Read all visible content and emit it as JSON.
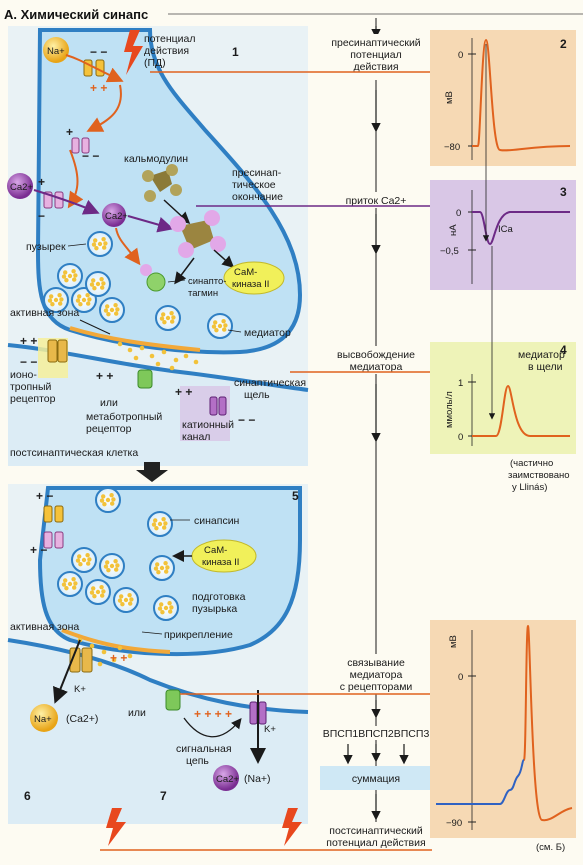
{
  "title": "А. Химический синапс",
  "panel_numbers": [
    "1",
    "2",
    "3",
    "4",
    "5",
    "6",
    "7"
  ],
  "ions": {
    "na": "Na+",
    "ca": "Ca2+",
    "k": "K+",
    "na_ca": "(Ca2+)",
    "na_plus_paren": "(Na+)"
  },
  "top_panel": {
    "action_potential": [
      "потенциал",
      "действия",
      "(ПД)"
    ],
    "calmodulin": "кальмодулин",
    "presynaptic_terminal": [
      "пресинап-",
      "тическое",
      "окончание"
    ],
    "vesicle": "пузырек",
    "camk": [
      "СаМ-",
      "киназа II"
    ],
    "synaptotagmin": [
      "синапто-",
      "тагмин"
    ],
    "active_zone": "активная зона",
    "mediator": "медиатор",
    "ionotropic": [
      "ионо-",
      "тропный",
      "рецептор"
    ],
    "or": "или",
    "metabotropic": [
      "метаботропный",
      "рецептор"
    ],
    "synaptic_cleft": [
      "синаптическая",
      "щель"
    ],
    "cation_channel": [
      "катионный",
      "канал"
    ],
    "postsynaptic_cell": "постсинаптическая клетка"
  },
  "bottom_panel": {
    "synapsin": "синапсин",
    "camk": [
      "СаМ-",
      "киназа II"
    ],
    "vesicle_prep": [
      "подготовка",
      "пузырька"
    ],
    "active_zone": "активная зона",
    "docking": "прикрепление",
    "or": "или",
    "signal_chain": [
      "сигнальная",
      "цепь"
    ]
  },
  "flow": {
    "step1": [
      "пресинаптический",
      "потенциал",
      "действия"
    ],
    "step2": "приток Ca2+",
    "step3": [
      "высвобождение",
      "медиатора"
    ],
    "step4": [
      "связывание",
      "медиатора",
      "с рецепторами"
    ],
    "epsp": "ВПСП1ВПСП2ВПСП3",
    "summation": "суммация",
    "step5": [
      "постсинаптический",
      "потенциал действия"
    ]
  },
  "graphs": {
    "g2": {
      "unit": "мВ",
      "ticks": [
        "0",
        "−80"
      ]
    },
    "g3": {
      "unit": "нА",
      "ticks": [
        "0",
        "−0,5"
      ],
      "curve": "ICa"
    },
    "g4": {
      "title": [
        "медиатор",
        "в щели"
      ],
      "unit": "ммоль/л",
      "ticks": [
        "1",
        "0"
      ]
    },
    "g5": {
      "unit": "мВ",
      "ticks": [
        "0",
        "−90"
      ]
    }
  },
  "note": [
    "(частично",
    "заимствовано",
    "у Llinás)"
  ],
  "see_b": "(см. Б)",
  "colors": {
    "cytoplasm": "#bfe1f4",
    "membrane": "#2f7fc3",
    "axon_orange": "#e0621e",
    "purple": "#6d2a86",
    "g2_bg": "#f6d9b4",
    "g3_bg": "#d9c7e6",
    "g4_bg": "#eef3b8",
    "g5_bg": "#f6d9b4"
  }
}
